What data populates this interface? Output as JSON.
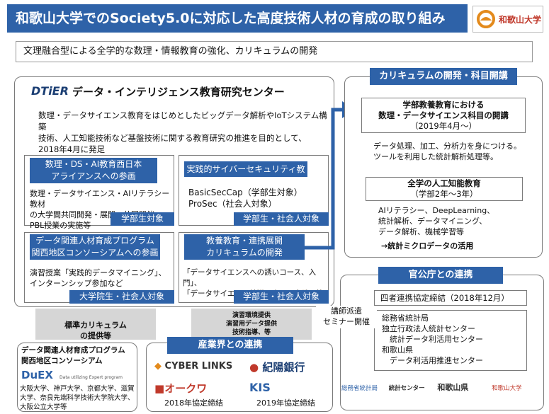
{
  "header": {
    "title": "和歌山大学でのSociety5.0に対応した高度技術人材の育成の取り組み",
    "logo_text": "和歌山大学"
  },
  "subtitle": "文理融合型による全学的な数理・情報教育の強化、カリキュラムの開発",
  "center": {
    "logo": "DTiER",
    "name": "データ・インテリジェンス教育研究センター",
    "description": [
      "数理・データサイエンス教育をはじめとしたビッグデータ解析やIoTシステム構築",
      "技術、人工知能技術など基盤技術に関する教育研究の推進を目的として、",
      "2018年4月に発足"
    ]
  },
  "boxes": {
    "alliance": {
      "header": [
        "数理・DS・AI教育西日本",
        "アライアンスへの参画"
      ],
      "body": [
        "数理・データサイエンス・AIリテラシー教材",
        "の大学間共同開発・展開、共同開催",
        "PBL授業の実施等"
      ],
      "tag": "学部生対象"
    },
    "cyber": {
      "header": "実践的サイバーセキュリティ教育",
      "body": [
        "BasicSecCap（学部生対象）",
        "ProSec（社会人対象）"
      ],
      "tag": "学部生・社会人対象"
    },
    "kansai": {
      "header": [
        "データ関連人材育成プログラム",
        "関西地区コンソーシアムへの参画"
      ],
      "body": [
        "演習授業「実践的データマイニング」、",
        "インターンシップ参加など"
      ],
      "tag": "大学院生・社会人対象"
    },
    "liberal": {
      "header": [
        "教養教育・連携展開",
        "カリキュラムの開発"
      ],
      "body": [
        "「データサイエンスへの誘いコース、入門」、",
        "「データサイエンス基礎・応用・実践」等"
      ],
      "tag": "学部生・社会人対象"
    }
  },
  "curriculum": {
    "title": "カリキュラムの開発・科目開講",
    "item1_header": [
      "学部教養教育における",
      "数理・データサイエンス科目の開講",
      "（2019年4月～）"
    ],
    "item1_body": [
      "データ処理、加工、分析力を身につける。",
      "ツールを利用した統計解析処理等。"
    ],
    "item2_header": [
      "全学の人工知能教育",
      "（学部2年～3年）"
    ],
    "item2_body": [
      "AIリテラシー、DeepLearning、",
      "統計解析、データマイニング、",
      "データ解析、機械学習等"
    ],
    "item2_note": "→統計ミクロデータの活用"
  },
  "government": {
    "title": "官公庁との連携",
    "agreement": "四者連携協定締結（2018年12月）",
    "orgs": [
      "総務省統計局",
      "独立行政法人統計センター",
      "　統計データ利活用センター",
      "和歌山県",
      "　データ利活用推進センター"
    ],
    "logos": [
      "総務省統計局",
      "統計センター",
      "和歌山県",
      "和歌山大学"
    ]
  },
  "lecturer": [
    "講師派遣",
    "セミナー開催"
  ],
  "arrows": {
    "left_label": [
      "標準カリキュラム",
      "の提供等"
    ],
    "mid_label": [
      "演習環境提供",
      "演習用データ提供",
      "技術指導、等"
    ]
  },
  "consortium": {
    "title": [
      "データ関連人材育成プログラム",
      "関西地区コンソーシアム"
    ],
    "duex": "DuEX",
    "duex_sub": "Data utilizing Expert program",
    "members": [
      "大阪大学、神戸大学、京都大学、滋賀",
      "大学、奈良先端科学技術大学院大学、",
      "大阪公立大学等"
    ]
  },
  "industry": {
    "title": "産業界との連携",
    "companies": [
      "CYBER LINKS",
      "紀陽銀行",
      "オークワ",
      "KIS"
    ],
    "date_left": "2018年協定締結",
    "date_right": "2019年協定締結"
  },
  "colors": {
    "accent": "#2e62a8",
    "arrow": "#2e62a8",
    "logo_orange": "#e38a1c"
  }
}
